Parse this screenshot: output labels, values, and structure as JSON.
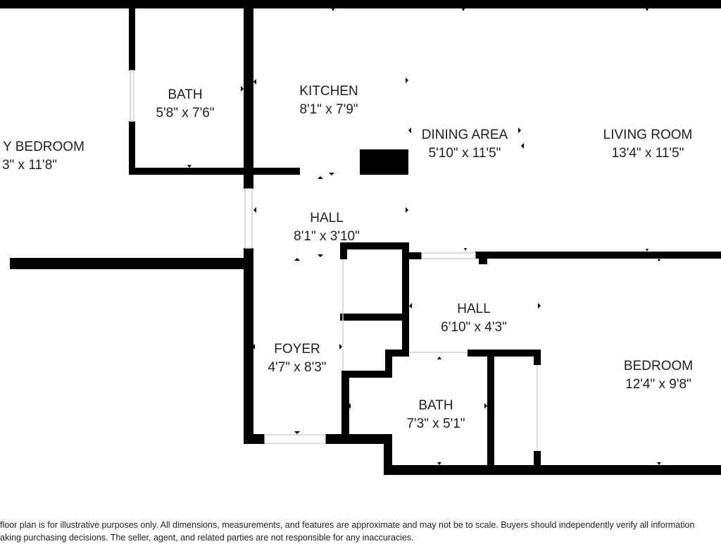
{
  "floor_plan": {
    "rooms": [
      {
        "id": "bedroom-left",
        "name": "Y BEDROOM",
        "dims": "3\" x 11'8\""
      },
      {
        "id": "bath-top",
        "name": "BATH",
        "dims": "5'8\" x 7'6\""
      },
      {
        "id": "kitchen",
        "name": "KITCHEN",
        "dims": "8'1\" x 7'9\""
      },
      {
        "id": "dining-area",
        "name": "DINING AREA",
        "dims": "5'10\" x 11'5\""
      },
      {
        "id": "living-room",
        "name": "LIVING ROOM",
        "dims": "13'4\" x 11'5\""
      },
      {
        "id": "hall-upper",
        "name": "HALL",
        "dims": "8'1\" x 3'10\""
      },
      {
        "id": "hall-right",
        "name": "HALL",
        "dims": "6'10\" x 4'3\""
      },
      {
        "id": "foyer",
        "name": "FOYER",
        "dims": "4'7\" x 8'3\""
      },
      {
        "id": "bath-bottom",
        "name": "BATH",
        "dims": "7'3\" x 5'1\""
      },
      {
        "id": "bedroom-right",
        "name": "BEDROOM",
        "dims": "12'4\" x 9'8\""
      }
    ],
    "disclaimer": {
      "line1": "floor plan is for illustrative purposes only. All dimensions, measurements, and features are approximate and may not be to scale. Buyers should independently verify all information",
      "line2": "aking purchasing decisions. The seller, agent, and related parties are not responsible for any inaccuracies."
    },
    "colors": {
      "wall": "#000000",
      "background": "#ffffff",
      "opening": "#d8d8d8"
    }
  }
}
